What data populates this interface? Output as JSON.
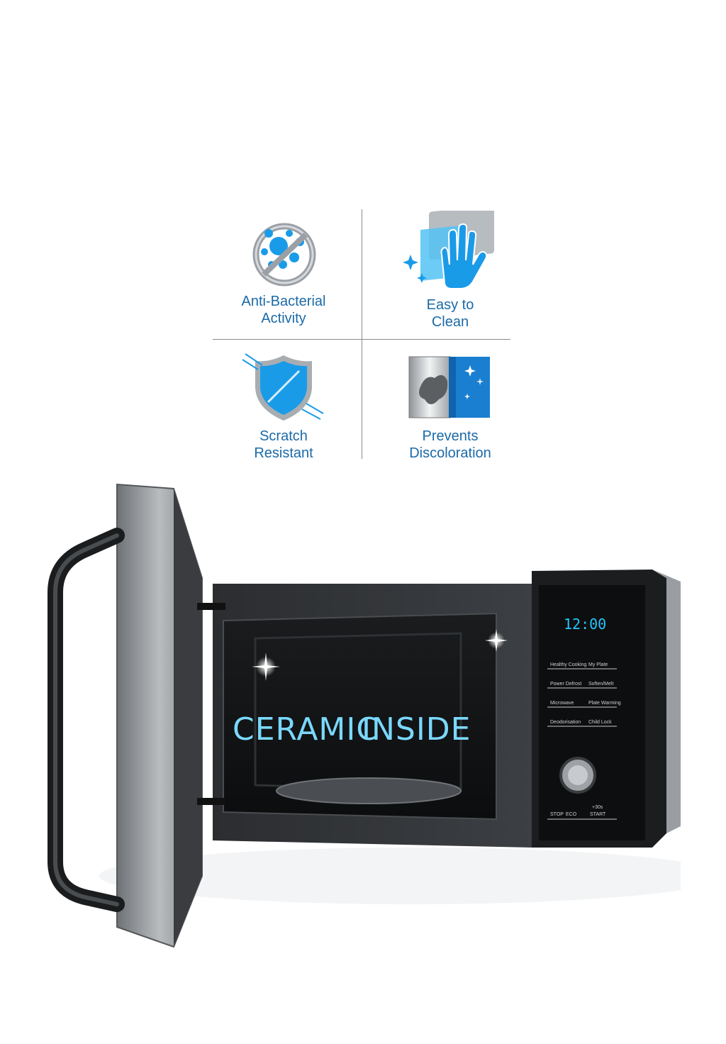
{
  "features": [
    {
      "icon": "anti-bacterial-icon",
      "line1": "Anti-Bacterial",
      "line2": "Activity"
    },
    {
      "icon": "easy-clean-hand-icon",
      "line1": "Easy to",
      "line2": "Clean"
    },
    {
      "icon": "scratch-shield-icon",
      "line1": "Scratch",
      "line2": "Resistant"
    },
    {
      "icon": "discoloration-panel-icon",
      "line1": "Prevents",
      "line2": "Discoloration"
    }
  ],
  "microwave": {
    "cavity_text_1": "CERAMIC",
    "cavity_text_2": "INSIDE",
    "display_time": "12:00",
    "buttons": [
      "Healthy Cooking",
      "My Plate",
      "Power Defrost",
      "Soften/Melt",
      "Microwave",
      "Plate Warming",
      "Deodorisation",
      "Child Lock"
    ],
    "stop_label": "STOP",
    "eco_label": "ECO",
    "plus30_label": "+30s",
    "start_label": "START"
  },
  "colors": {
    "label_blue": "#1a6aa8",
    "icon_blue": "#0a8be0",
    "ceramic_text": "#7ad8ff"
  }
}
